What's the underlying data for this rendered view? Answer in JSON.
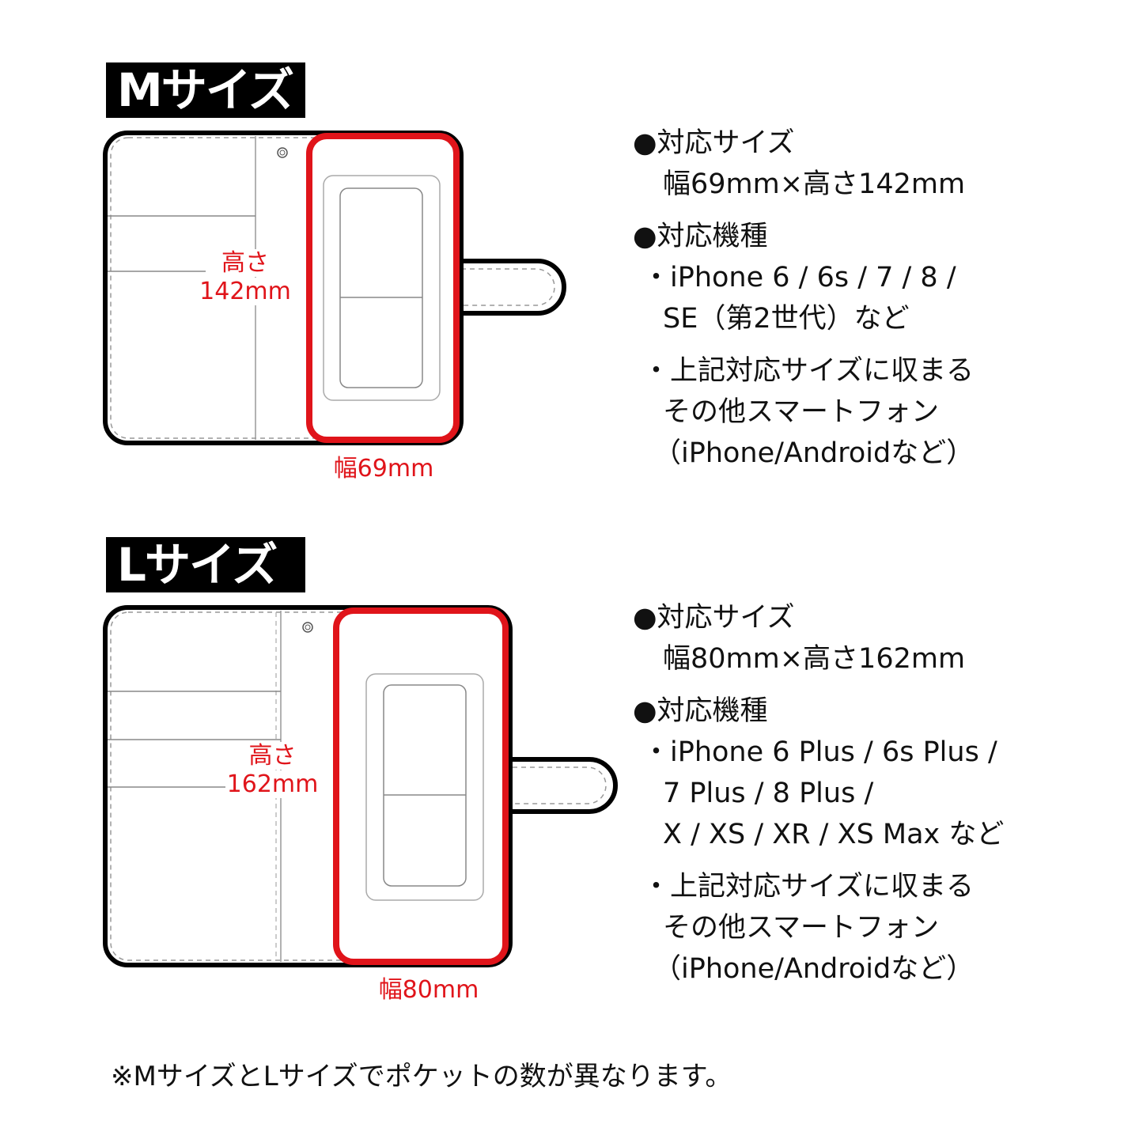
{
  "m_size": {
    "badge": "Mサイズ",
    "diagram": {
      "height_label": "高さ",
      "height_value": "142mm",
      "width_label": "幅69mm"
    },
    "spec": {
      "size_heading": "●対応サイズ",
      "size_value": "幅69mm×高さ142mm",
      "models_heading": "●対応機種",
      "models_lines": [
        "・iPhone 6 / 6s / 7 / 8 /",
        "SE（第2世代）など"
      ],
      "other_lines": [
        "・上記対応サイズに収まる",
        "その他スマートフォン",
        "（iPhone/Androidなど）"
      ]
    }
  },
  "l_size": {
    "badge": "Lサイズ",
    "diagram": {
      "height_label": "高さ",
      "height_value": "162mm",
      "width_label": "幅80mm"
    },
    "spec": {
      "size_heading": "●対応サイズ",
      "size_value": "幅80mm×高さ162mm",
      "models_heading": "●対応機種",
      "models_lines": [
        "・iPhone 6 Plus / 6s Plus /",
        "7 Plus / 8 Plus /",
        "X / XS / XR / XS Max など"
      ],
      "other_lines": [
        "・上記対応サイズに収まる",
        "その他スマートフォン",
        "（iPhone/Androidなど）"
      ]
    }
  },
  "footnote": "※MサイズとLサイズでポケットの数が異なります。",
  "colors": {
    "highlight_red": "#e0141a",
    "outline_black": "#000000",
    "seam_gray": "#9a9a9a"
  }
}
